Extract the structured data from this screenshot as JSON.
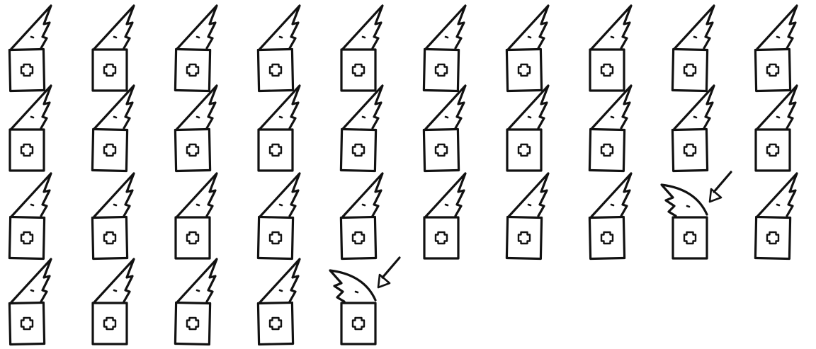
{
  "title": "",
  "rows": [
    10,
    10,
    10,
    5
  ],
  "figures": [
    {
      "row": 1,
      "col": 1,
      "hood": "right",
      "marked": false
    },
    {
      "row": 1,
      "col": 2,
      "hood": "right",
      "marked": false
    },
    {
      "row": 1,
      "col": 3,
      "hood": "right",
      "marked": false
    },
    {
      "row": 1,
      "col": 4,
      "hood": "right",
      "marked": false
    },
    {
      "row": 1,
      "col": 5,
      "hood": "right",
      "marked": false
    },
    {
      "row": 1,
      "col": 6,
      "hood": "right",
      "marked": false
    },
    {
      "row": 1,
      "col": 7,
      "hood": "right",
      "marked": false
    },
    {
      "row": 1,
      "col": 8,
      "hood": "right",
      "marked": false
    },
    {
      "row": 1,
      "col": 9,
      "hood": "right",
      "marked": false
    },
    {
      "row": 1,
      "col": 10,
      "hood": "right",
      "marked": false
    },
    {
      "row": 2,
      "col": 1,
      "hood": "right",
      "marked": false
    },
    {
      "row": 2,
      "col": 2,
      "hood": "right",
      "marked": false
    },
    {
      "row": 2,
      "col": 3,
      "hood": "right",
      "marked": false
    },
    {
      "row": 2,
      "col": 4,
      "hood": "right",
      "marked": false
    },
    {
      "row": 2,
      "col": 5,
      "hood": "right",
      "marked": false
    },
    {
      "row": 2,
      "col": 6,
      "hood": "right",
      "marked": false
    },
    {
      "row": 2,
      "col": 7,
      "hood": "right",
      "marked": false
    },
    {
      "row": 2,
      "col": 8,
      "hood": "right",
      "marked": false
    },
    {
      "row": 2,
      "col": 9,
      "hood": "right",
      "marked": false
    },
    {
      "row": 2,
      "col": 10,
      "hood": "right",
      "marked": false
    },
    {
      "row": 3,
      "col": 1,
      "hood": "right",
      "marked": false
    },
    {
      "row": 3,
      "col": 2,
      "hood": "right",
      "marked": false
    },
    {
      "row": 3,
      "col": 3,
      "hood": "right",
      "marked": false
    },
    {
      "row": 3,
      "col": 4,
      "hood": "right",
      "marked": false
    },
    {
      "row": 3,
      "col": 5,
      "hood": "right",
      "marked": false
    },
    {
      "row": 3,
      "col": 6,
      "hood": "right",
      "marked": false
    },
    {
      "row": 3,
      "col": 7,
      "hood": "right",
      "marked": false
    },
    {
      "row": 3,
      "col": 8,
      "hood": "right",
      "marked": false
    },
    {
      "row": 3,
      "col": 9,
      "hood": "left",
      "marked": true
    },
    {
      "row": 3,
      "col": 10,
      "hood": "right",
      "marked": false
    },
    {
      "row": 4,
      "col": 1,
      "hood": "right",
      "marked": false
    },
    {
      "row": 4,
      "col": 2,
      "hood": "right",
      "marked": false
    },
    {
      "row": 4,
      "col": 3,
      "hood": "right",
      "marked": false
    },
    {
      "row": 4,
      "col": 4,
      "hood": "right",
      "marked": false
    },
    {
      "row": 4,
      "col": 5,
      "hood": "left",
      "marked": true
    }
  ],
  "colors": {
    "ink": "#111111",
    "paper": "#ffffff"
  },
  "icons": {
    "figure": "hooded-box-figure-icon",
    "cross": "cross-icon",
    "marker": "arrow-marker-icon"
  }
}
